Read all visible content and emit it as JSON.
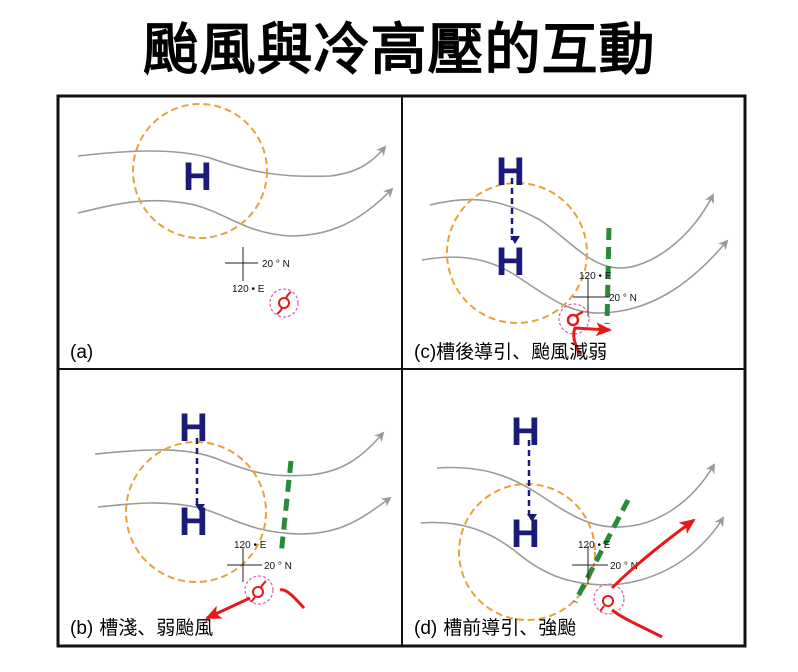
{
  "title": "颱風與冷高壓的互動",
  "colors": {
    "frame": "#111111",
    "high_pressure": "#1a1a7a",
    "high_circle": "#e8a23a",
    "streamline": "#9a9a9a",
    "trough": "#2a8a3a",
    "typhoon_track": "#e81818",
    "typhoon_circle": "#e060a0"
  },
  "coordinates": {
    "lat": "20 ° N",
    "lon": "120 • E"
  },
  "symbols": {
    "high": "H"
  },
  "panels": [
    {
      "id": "a",
      "letter": "(a)",
      "desc": ""
    },
    {
      "id": "b",
      "letter": "(b)",
      "desc": " 槽淺、弱颱風"
    },
    {
      "id": "c",
      "letter": "(c)",
      "desc": "槽後導引、颱風減弱"
    },
    {
      "id": "d",
      "letter": "(d)",
      "desc": " 槽前導引、強颱"
    }
  ]
}
